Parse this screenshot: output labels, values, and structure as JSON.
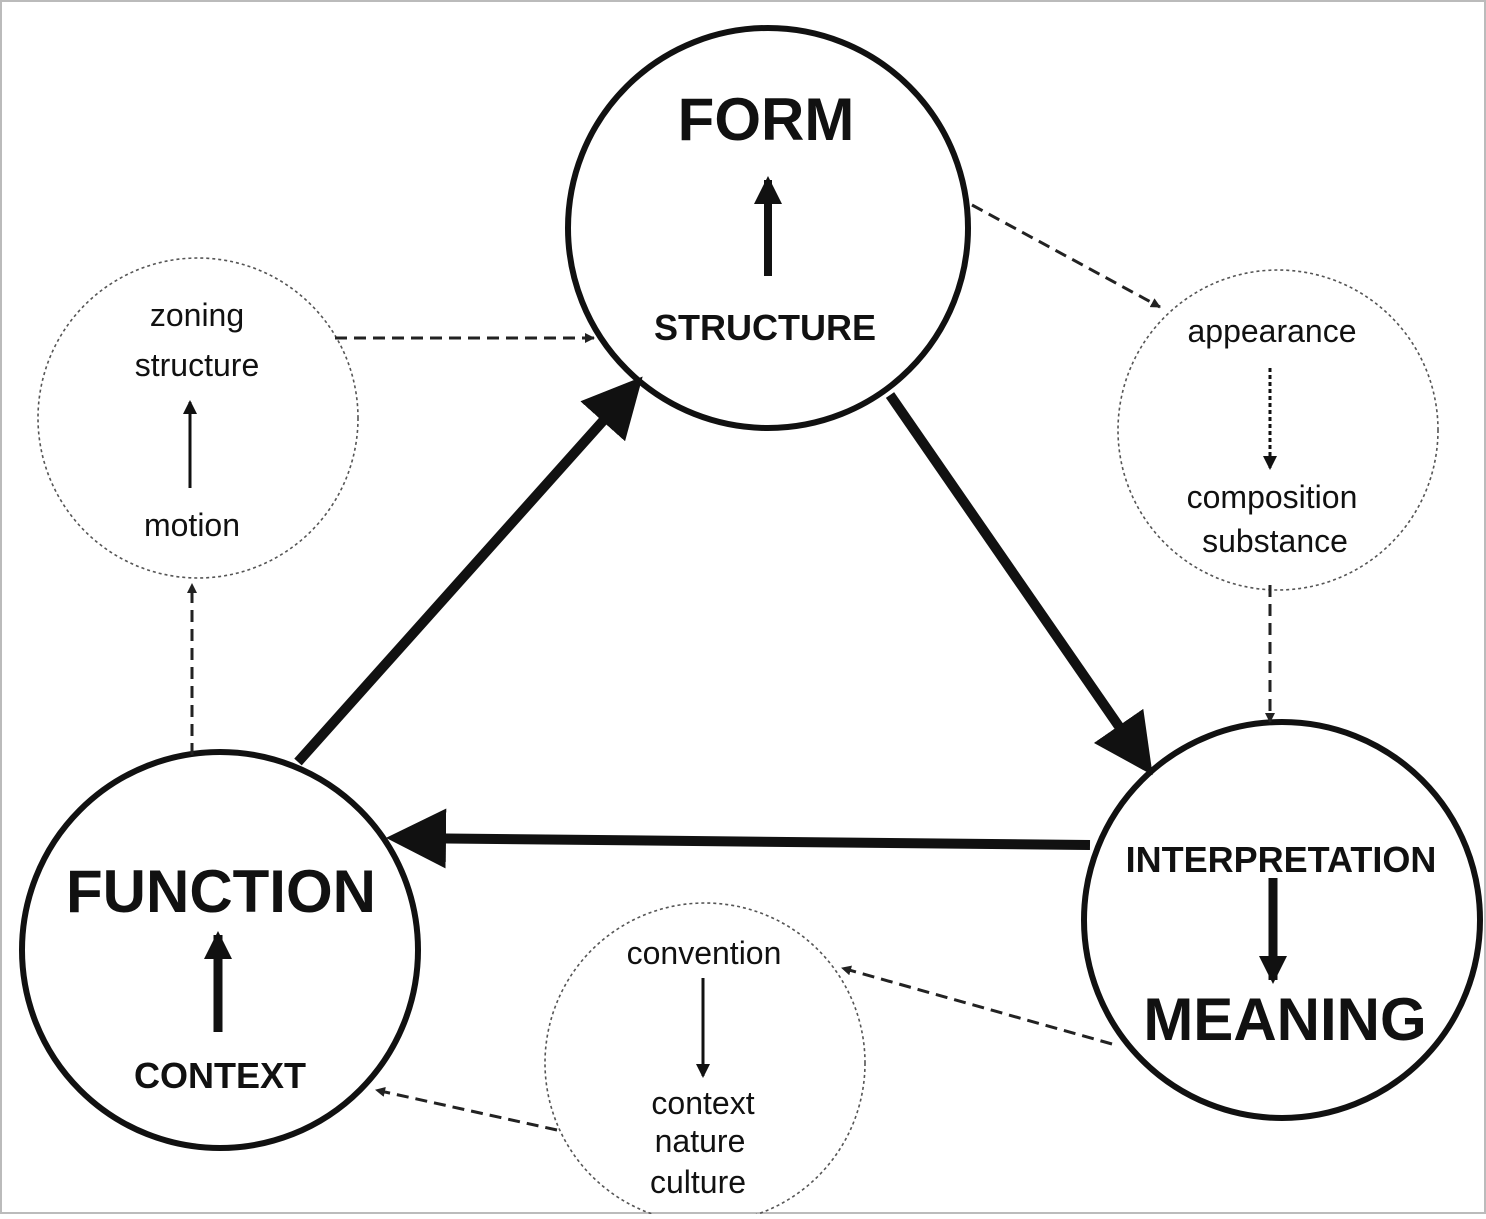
{
  "form": {
    "title": "FORM",
    "sub": "STRUCTURE"
  },
  "function": {
    "title": "FUNCTION",
    "sub": "CONTEXT"
  },
  "meaning": {
    "top": "INTERPRETATION",
    "title": "MEANING"
  },
  "zoning": {
    "line1": "zoning",
    "line2": "structure",
    "line3": "motion"
  },
  "appearance": {
    "line1": "appearance",
    "line2": "composition",
    "line3": "substance"
  },
  "convention": {
    "line1": "convention",
    "line2": "context",
    "line3": "nature",
    "line4": "culture"
  }
}
